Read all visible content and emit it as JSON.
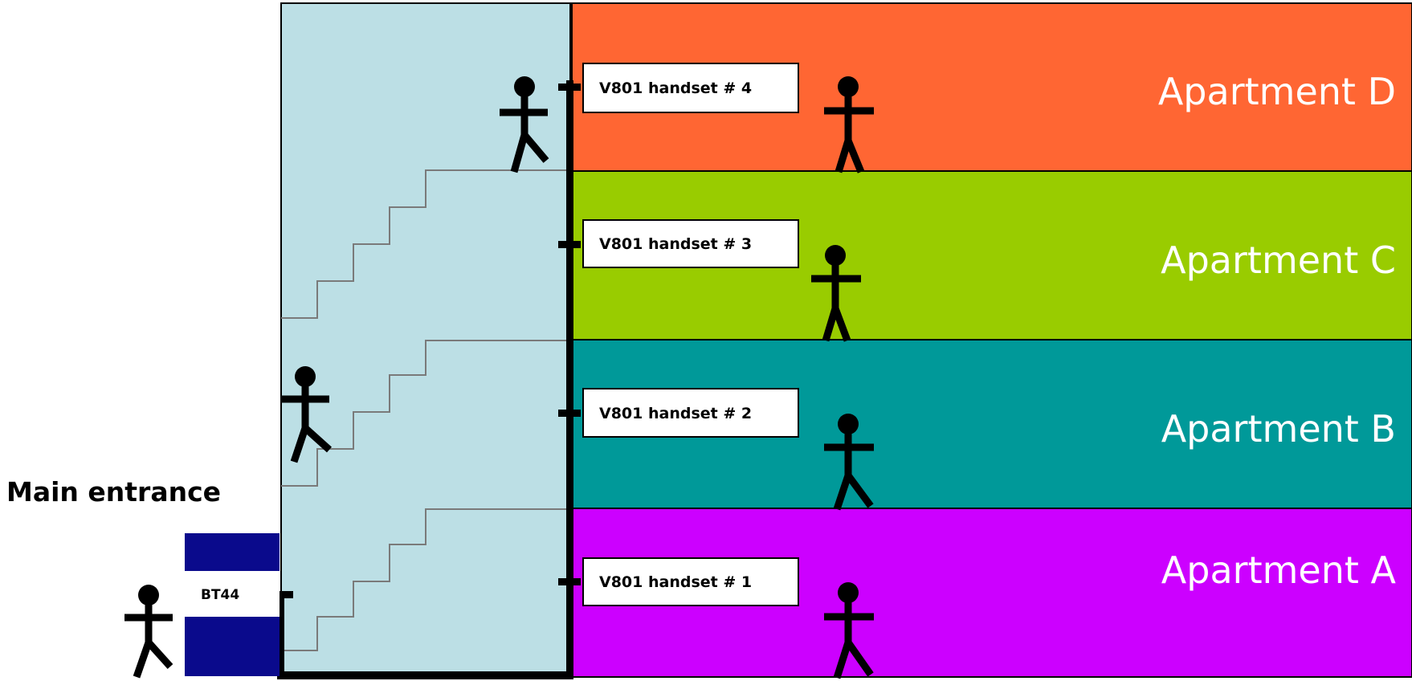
{
  "entrance": {
    "label": "Main entrance",
    "panel_label": "BT44",
    "panel_color": "#0a0a8c"
  },
  "stairwell": {
    "color": "#bcdfe5"
  },
  "apartments": [
    {
      "label": "Apartment D",
      "color": "#ff6633",
      "handset": "V801 handset # 4"
    },
    {
      "label": "Apartment C",
      "color": "#99cc00",
      "handset": "V801 handset # 3"
    },
    {
      "label": "Apartment B",
      "color": "#009999",
      "handset": "V801 handset # 2"
    },
    {
      "label": "Apartment A",
      "color": "#cc00ff",
      "handset": "V801 handset # 1"
    }
  ]
}
